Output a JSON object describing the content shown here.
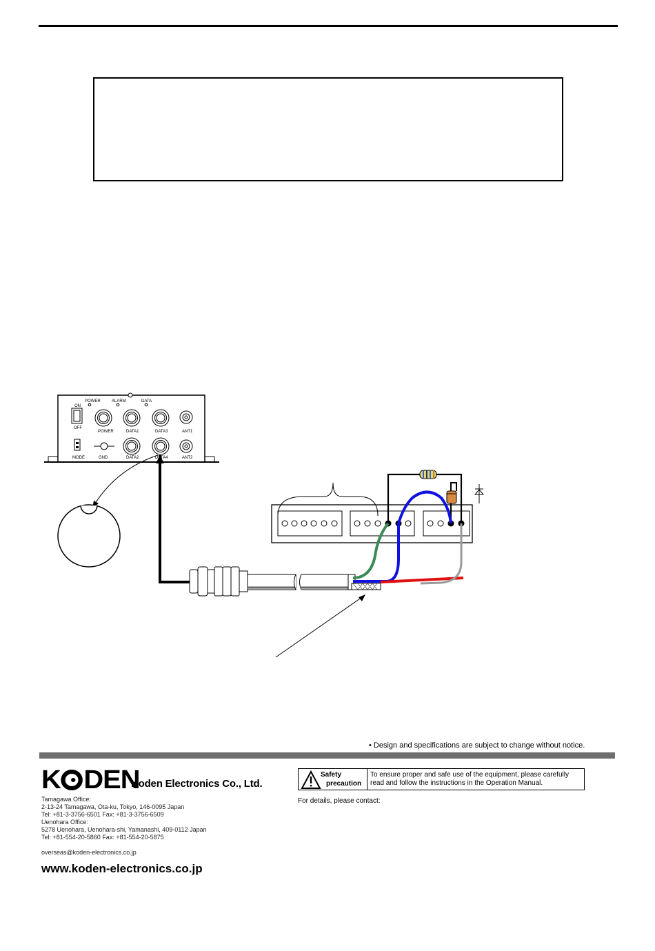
{
  "notice": "• Design and specifications are subject to change without notice.",
  "device": {
    "labels": {
      "on": "ON",
      "off": "OFF",
      "power_led": "POWER",
      "alarm_led": "ALARM",
      "data_led": "DATA",
      "power": "POWER",
      "data1": "DATA1",
      "data3": "DATA3",
      "ant1": "ANT1",
      "mode": "MODE",
      "gnd": "GND",
      "data2": "DATA2",
      "data4": "DATA4",
      "ant2": "ANT2"
    }
  },
  "wire_colors": {
    "green": "#3a8a5a",
    "blue": "#1010e0",
    "red": "#e01010",
    "gray": "#9a9a9a"
  },
  "footer": {
    "logo_text": "KODEN",
    "company": "Koden Electronics Co., Ltd.",
    "address_lines": [
      "Tamagawa Office:",
      "2-13-24 Tamagawa, Ota-ku, Tokyo, 146-0095 Japan",
      "Tel: +81-3-3756-6501  Fax: +81-3-3756-6509",
      "Uenohara Office:",
      "5278 Uenohara, Uenohara-shi, Yamanashi, 409-0112 Japan",
      "Tel: +81-554-20-5860  Fax: +81-554-20-5875"
    ],
    "email": "overseas@koden-electronics.co.jp",
    "url": "www.koden-electronics.co.jp",
    "safety_title_1": "Safety",
    "safety_title_2": "precaution",
    "safety_message_1": "To ensure proper and safe use of the equipment, please carefully",
    "safety_message_2": "read and follow the instructions in the Operation Manual.",
    "contact": "For details, please contact:"
  }
}
